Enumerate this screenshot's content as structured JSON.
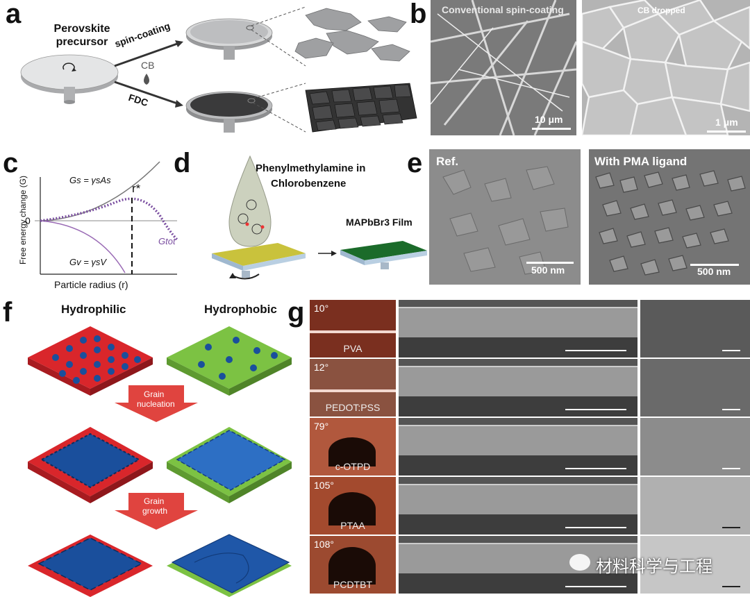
{
  "panels": {
    "a": {
      "letter": "a",
      "precursor_label": "Perovskite precursor",
      "spin_coating": "spin-coating",
      "cb": "CB",
      "fdc": "FDC"
    },
    "b": {
      "letter": "b",
      "left_title": "Conventional spin-coating",
      "left_scale": "10 μm",
      "right_title": "CB dropped",
      "right_scale": "1 μm"
    },
    "c": {
      "letter": "c",
      "ylabel": "Free energy change (G)",
      "xlabel": "Particle radius (r)",
      "zero": "0",
      "gs": "Gs = γsAs",
      "gv": "Gv = γsV",
      "rstar": "r*",
      "gtot": "Gtot"
    },
    "d": {
      "letter": "d",
      "title_line1": "Phenylmethylamine in",
      "title_line2": "Chlorobenzene",
      "film": "MAPbBr3 Film"
    },
    "e": {
      "letter": "e",
      "left_title": "Ref.",
      "left_scale": "500 nm",
      "right_title": "With PMA ligand",
      "right_scale": "500 nm"
    },
    "f": {
      "letter": "f",
      "hydrophilic": "Hydrophilic",
      "hydrophobic": "Hydrophobic",
      "step1_line1": "Grain",
      "step1_line2": "nucleation",
      "step2_line1": "Grain",
      "step2_line2": "growth"
    },
    "g": {
      "letter": "g",
      "rows": [
        {
          "angle": "10°",
          "name": "PVA"
        },
        {
          "angle": "12°",
          "name": "PEDOT:PSS"
        },
        {
          "angle": "79°",
          "name": "c-OTPD"
        },
        {
          "angle": "105°",
          "name": "PTAA"
        },
        {
          "angle": "108°",
          "name": "PCDTBT"
        }
      ]
    }
  },
  "watermark": "材料科学与工程",
  "colors": {
    "red": "#d9262b",
    "green": "#7cc243",
    "blue": "#1a4f9c",
    "film_green": "#1b6b2a",
    "yellow": "#c8c23a",
    "purple": "#8e5aa8"
  }
}
